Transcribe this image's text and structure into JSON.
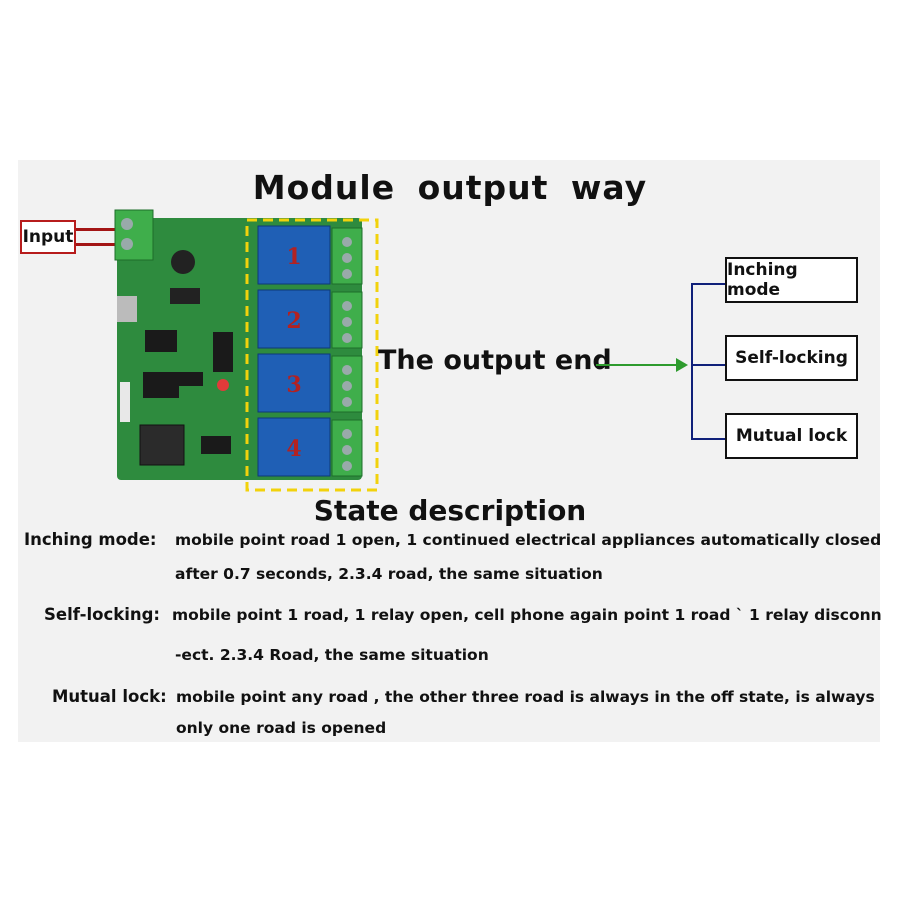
{
  "title": "Module  output  way",
  "input_label": "Input",
  "relay_numbers": [
    "1",
    "2",
    "3",
    "4"
  ],
  "output_label": "The output end",
  "modes": [
    "Inching mode",
    "Self-locking",
    "Mutual lock"
  ],
  "section_title": "State description",
  "descriptions": [
    {
      "label": "Inching mode:",
      "lines": [
        "mobile point road 1 open, 1 continued electrical appliances automatically closed",
        "after 0.7 seconds, 2.3.4 road, the same situation"
      ]
    },
    {
      "label": "Self-locking:",
      "lines": [
        "mobile point 1 road, 1 relay open, cell phone again point 1 road  ` 1 relay disconn",
        "-ect. 2.3.4 Road, the same situation"
      ]
    },
    {
      "label": "Mutual lock:",
      "lines": [
        "mobile point any road , the other three road is always in the off state, is always",
        "only one road is  opened"
      ]
    }
  ],
  "colors": {
    "board": "#2e8b3e",
    "relay": "#1f5fb5",
    "terminal": "#3fae4b",
    "highlight": "#f2d20c",
    "arrow": "#2e9b2e",
    "bracket": "#10207a",
    "input_border": "#b71c1c"
  }
}
